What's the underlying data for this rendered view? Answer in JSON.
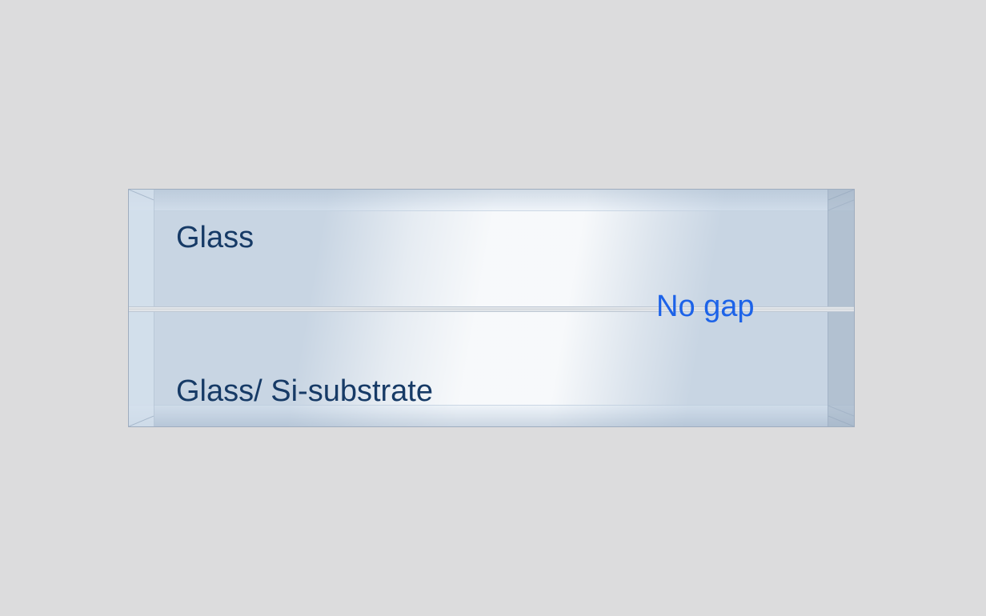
{
  "diagram": {
    "layers": [
      {
        "label": "Glass"
      },
      {
        "label": "Glass/ Si-substrate"
      }
    ],
    "gap_label": "No gap",
    "colors": {
      "background": "#dcdcdd",
      "layer_label": "#163a66",
      "gap_label": "#1d63e8",
      "glass": "#c8d5e3"
    }
  }
}
